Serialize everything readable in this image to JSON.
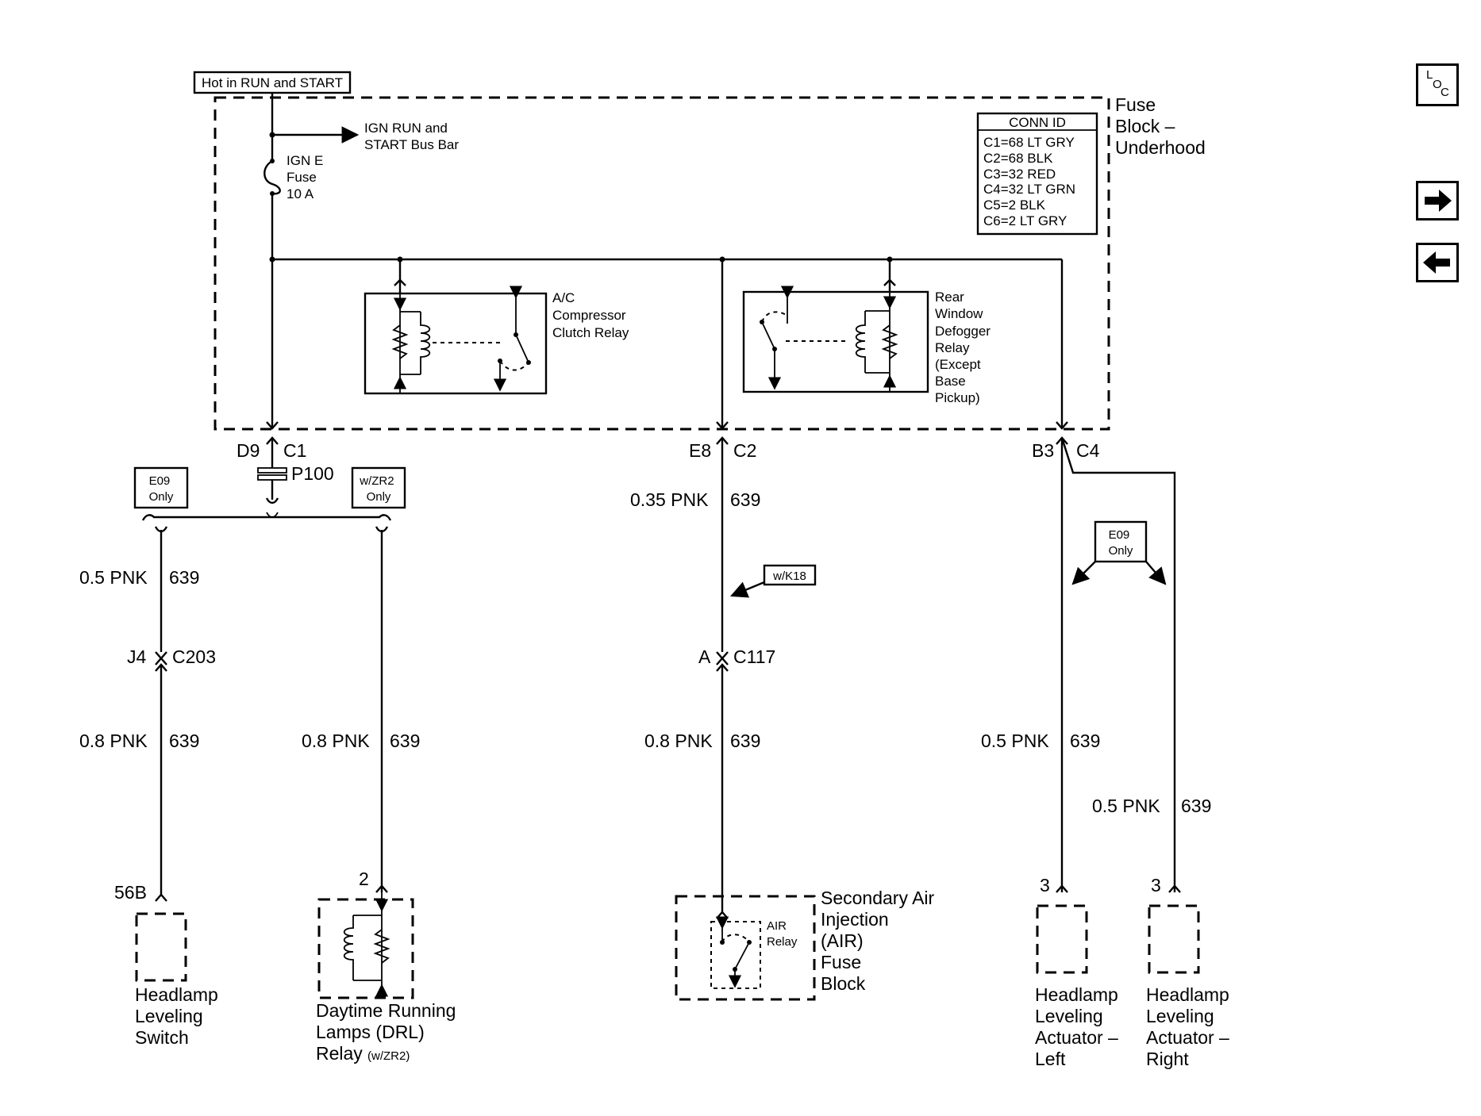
{
  "hot_label": "Hot in RUN and START",
  "fuse_block": {
    "name_lines": [
      "Fuse",
      "Block –",
      "Underhood"
    ]
  },
  "bus_bar": [
    "IGN RUN and",
    "START Bus Bar"
  ],
  "fuse": [
    "IGN E",
    "Fuse",
    "10 A"
  ],
  "conn_id": {
    "title": "CONN ID",
    "rows": [
      "C1=68 LT GRY",
      "C2=68 BLK",
      "C3=32 RED",
      "C4=32 LT GRN",
      "C5=2 BLK",
      "C6=2 LT GRY"
    ]
  },
  "ac_relay": [
    "A/C",
    "Compressor",
    "Clutch Relay"
  ],
  "rear_relay": [
    "Rear",
    "Window",
    "Defogger",
    "Relay",
    "(Except",
    "Base",
    "Pickup)"
  ],
  "connectors": {
    "d9": "D9",
    "c1": "C1",
    "p100": "P100",
    "e8": "E8",
    "c2": "C2",
    "b3": "B3",
    "c4": "C4",
    "j4": "J4",
    "c203": "C203",
    "a": "A",
    "c117": "C117"
  },
  "options": {
    "e09_left": [
      "E09",
      "Only"
    ],
    "wzr2": [
      "w/ZR2",
      "Only"
    ],
    "wk18": "w/K18",
    "e09_right": [
      "E09",
      "Only"
    ]
  },
  "wires": {
    "w_left_top": [
      "0.5 PNK",
      "639"
    ],
    "w_left_bot": [
      "0.8 PNK",
      "639"
    ],
    "w_drl": [
      "0.8 PNK",
      "639"
    ],
    "w_mid_top": [
      "0.35 PNK",
      "639"
    ],
    "w_mid_bot": [
      "0.8 PNK",
      "639"
    ],
    "w_act_left": [
      "0.5 PNK",
      "639"
    ],
    "w_act_right": [
      "0.5 PNK",
      "639"
    ]
  },
  "pins": {
    "hl_switch": "56B",
    "drl": "2",
    "act_left": "3",
    "act_right": "3"
  },
  "components": {
    "hl_switch": [
      "Headlamp",
      "Leveling",
      "Switch"
    ],
    "drl": [
      "Daytime Running",
      "Lamps (DRL)",
      "Relay"
    ],
    "drl_note": "(w/ZR2)",
    "air_block": [
      "Secondary Air",
      "Injection",
      "(AIR)",
      "Fuse",
      "Block"
    ],
    "air_relay": [
      "AIR",
      "Relay"
    ],
    "act_left": [
      "Headlamp",
      "Leveling",
      "Actuator –",
      "Left"
    ],
    "act_right": [
      "Headlamp",
      "Leveling",
      "Actuator –",
      "Right"
    ]
  },
  "nav": {
    "loc": [
      "L",
      "O",
      "C"
    ]
  }
}
